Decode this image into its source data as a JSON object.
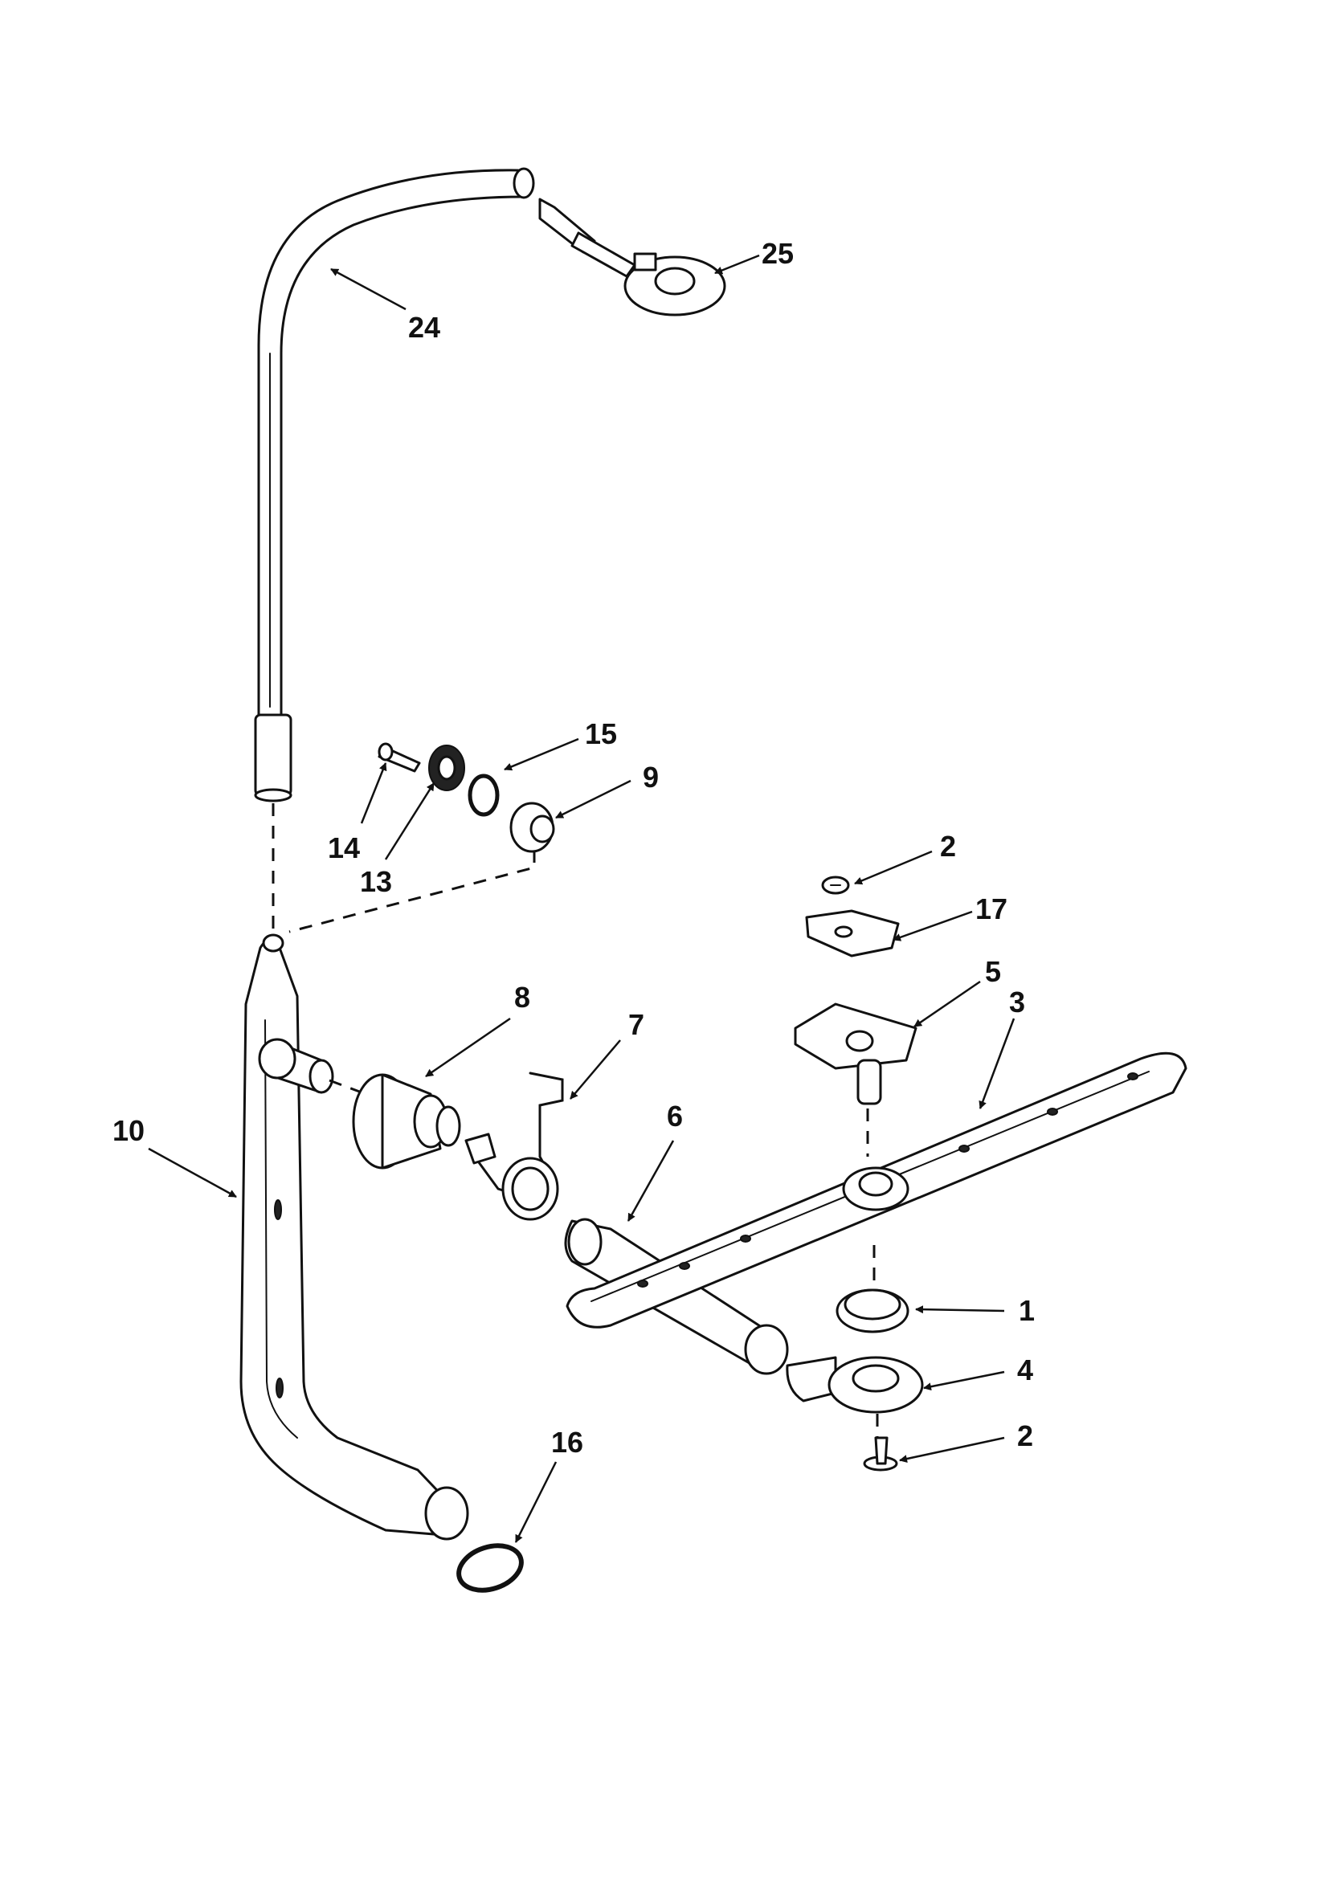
{
  "diagram": {
    "callouts": [
      {
        "id": "25",
        "label": "25"
      },
      {
        "id": "24",
        "label": "24"
      },
      {
        "id": "15",
        "label": "15"
      },
      {
        "id": "9",
        "label": "9"
      },
      {
        "id": "14",
        "label": "14"
      },
      {
        "id": "13",
        "label": "13"
      },
      {
        "id": "2a",
        "label": "2"
      },
      {
        "id": "17",
        "label": "17"
      },
      {
        "id": "5",
        "label": "5"
      },
      {
        "id": "3",
        "label": "3"
      },
      {
        "id": "8",
        "label": "8"
      },
      {
        "id": "7",
        "label": "7"
      },
      {
        "id": "6",
        "label": "6"
      },
      {
        "id": "10",
        "label": "10"
      },
      {
        "id": "1",
        "label": "1"
      },
      {
        "id": "4",
        "label": "4"
      },
      {
        "id": "2b",
        "label": "2"
      },
      {
        "id": "16",
        "label": "16"
      }
    ]
  }
}
